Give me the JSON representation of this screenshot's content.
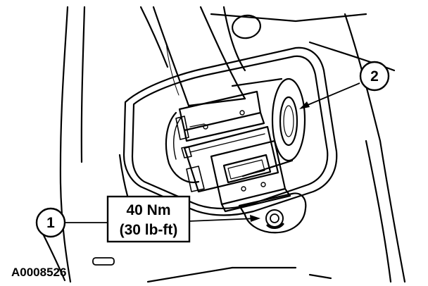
{
  "figure": {
    "id": "A0008526",
    "background_color": "#ffffff",
    "line_color": "#000000"
  },
  "callouts": [
    {
      "number": "1",
      "target": "retractor-mounting-bolt"
    },
    {
      "number": "2",
      "target": "seat-belt-retractor"
    }
  ],
  "torque_spec": {
    "metric": "40 Nm",
    "imperial": "(30 lb-ft)"
  }
}
